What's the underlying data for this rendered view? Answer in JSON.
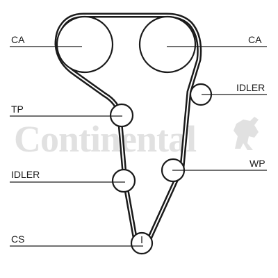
{
  "watermark": {
    "text": "Continental"
  },
  "labels": {
    "ca_left": "CA",
    "ca_right": "CA",
    "idler_right": "IDLER",
    "tp": "TP",
    "idler_left": "IDLER",
    "wp": "WP",
    "cs": "CS"
  },
  "colors": {
    "line": "#1a1a1a",
    "watermark": "#c8c8c8",
    "background": "#ffffff"
  }
}
